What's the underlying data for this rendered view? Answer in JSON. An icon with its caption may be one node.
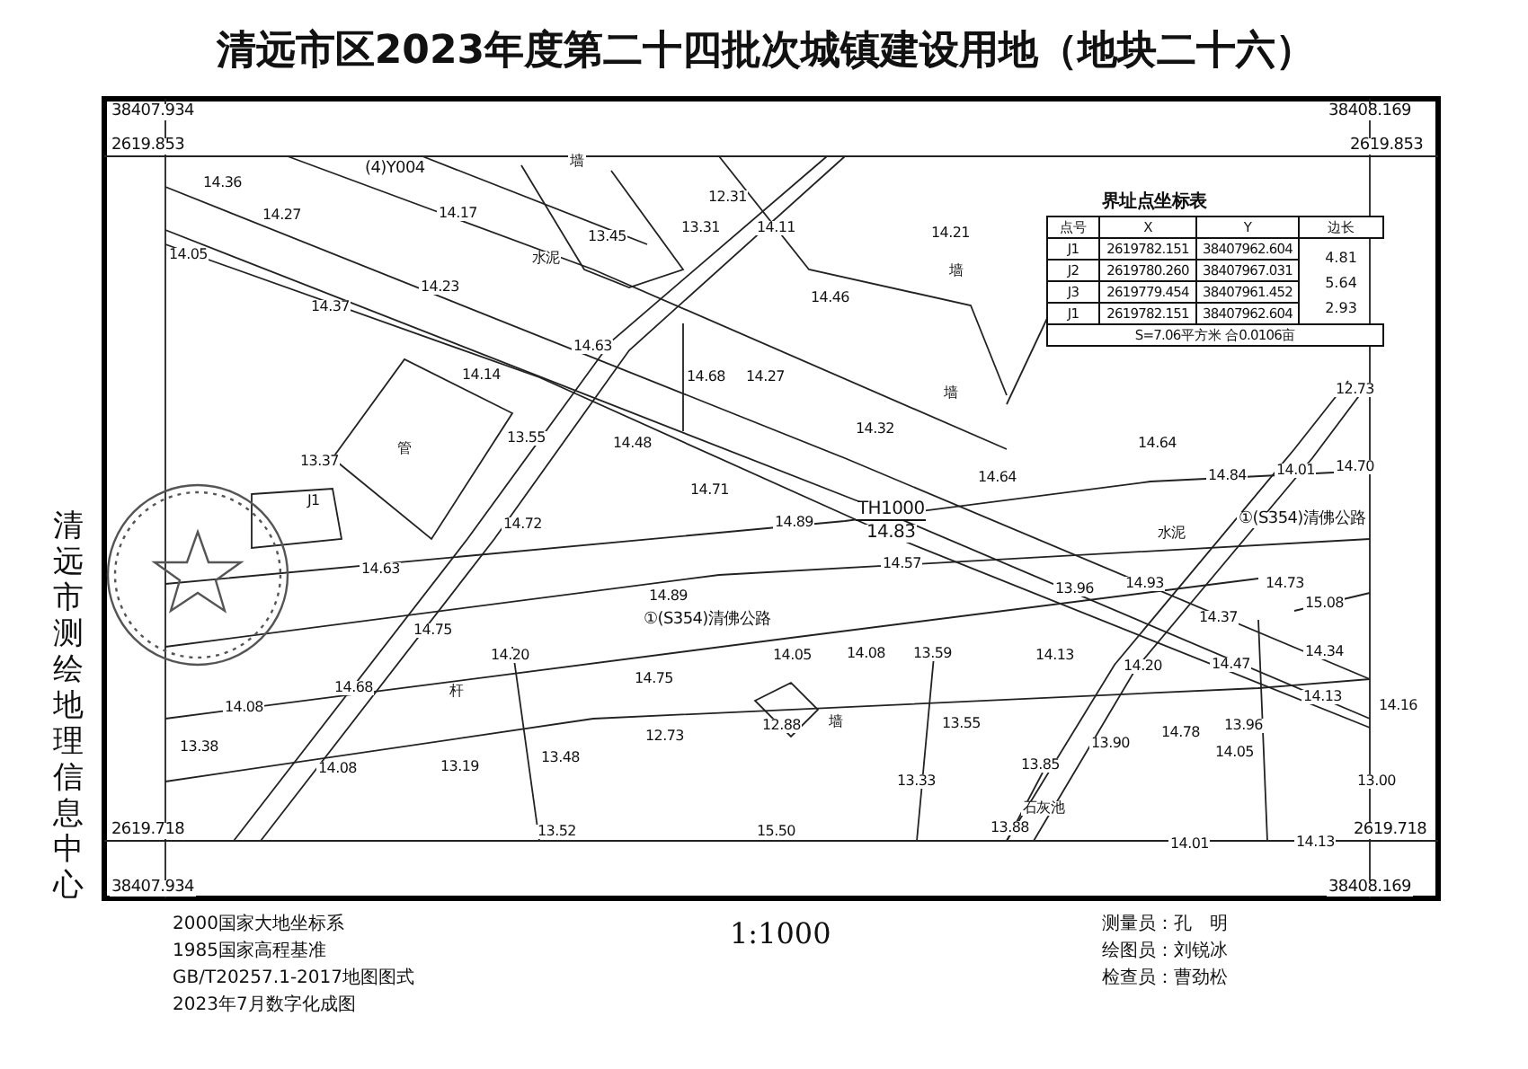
{
  "diagram": {
    "title": "清远市区2023年度第二十四批次城镇建设用地（地块二十六）",
    "labels": [
      "38407.934",
      "38408.169",
      "2619.853",
      "2619.853",
      "清远市测绘地理信息中心",
      "(4)Y004",
      "14.36",
      "14.27",
      "14.17",
      "13.45",
      "12.31",
      "13.31",
      "14.11",
      "14.21",
      "14.05",
      "水泥",
      "14.23",
      "14.46",
      "14.37",
      "14.63",
      "14.14",
      "14.68",
      "14.27",
      "管",
      "13.55",
      "14.48",
      "14.32",
      "14.64",
      "14.64",
      "12.73",
      "13.37",
      "14.84",
      "14.01",
      "14.70",
      "J1",
      "14.71",
      "14.72",
      "14.89",
      "TH1000",
      "14.83",
      "①(S354)清佛公路",
      "14.63",
      "14.57",
      "14.89",
      "①(S354)清佛公路",
      "水泥",
      "13.96",
      "14.93",
      "14.73",
      "15.08",
      "14.37",
      "14.75",
      "14.20",
      "14.75",
      "14.05",
      "14.08",
      "13.59",
      "14.13",
      "14.20",
      "14.47",
      "14.34",
      "14.68",
      "14.08",
      "杆",
      "14.13",
      "14.16",
      "13.38",
      "12.73",
      "12.88",
      "13.55",
      "14.78",
      "13.96",
      "14.08",
      "13.48",
      "13.19",
      "13.33",
      "13.90",
      "13.85",
      "14.05",
      "13.00",
      "石灰池",
      "13.52",
      "15.50",
      "13.88",
      "14.01",
      "14.13",
      "2619.718",
      "2619.718",
      "38407.934",
      "38408.169",
      "界址点坐标表",
      "点号",
      "X",
      "Y",
      "边长",
      "J1",
      "2619782.151",
      "38407962.604",
      "4.81",
      "J2",
      "2619780.260",
      "38407967.031",
      "5.64",
      "J3",
      "2619779.454",
      "38407961.452",
      "2.93",
      "J1",
      "2619782.151",
      "38407962.604",
      "S=7.06平方米 合0.0106亩",
      "2000国家大地坐标系",
      "1985国家高程基准",
      "GB/T20257.1-2017地图图式",
      "2023年7月数字化成图",
      "1:1000",
      "测量员：孔　明",
      "绘图员：刘锐冰",
      "检查员：曹劲松",
      "墙",
      "墙",
      "墙",
      "墙"
    ]
  }
}
